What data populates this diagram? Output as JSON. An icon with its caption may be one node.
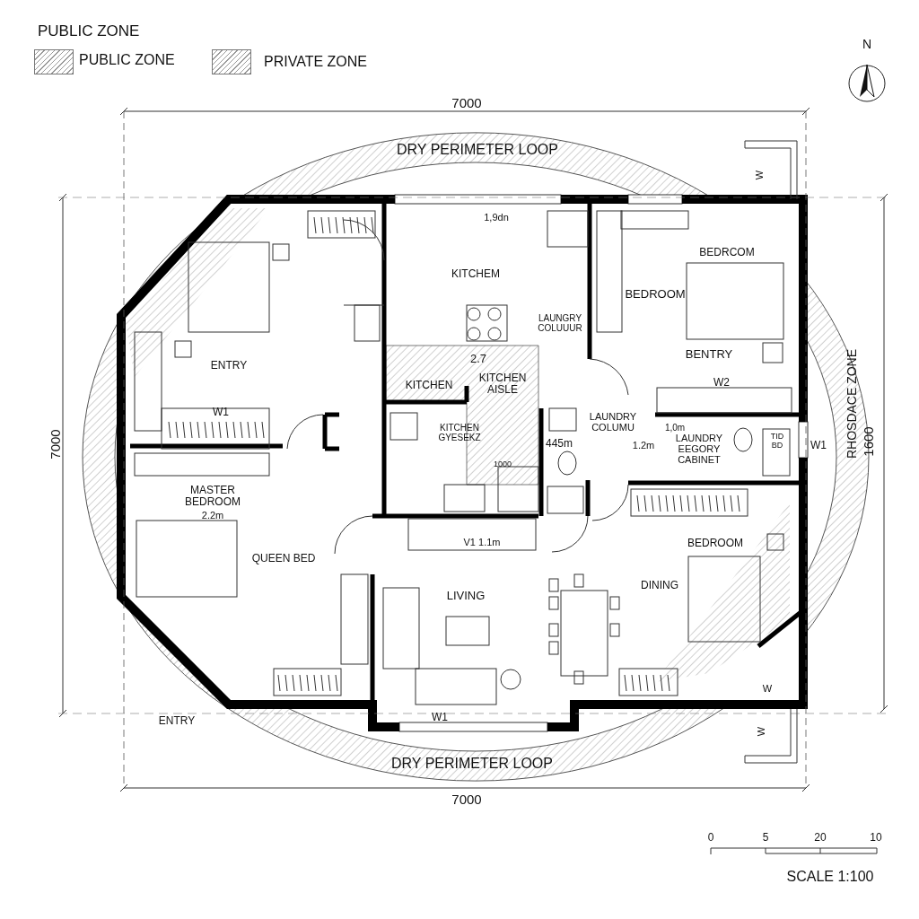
{
  "diagram": {
    "title": "PUBLIC ZONE",
    "labels": [
      "N",
      "7000",
      "DRY PERIMETER LOOP",
      "W",
      "1,9dn",
      "KITCHEM",
      "BEDRCOM",
      "BEDROOM",
      "ENTRY",
      "LAUNGRY COLUUUR",
      "BENTRY",
      "2.7",
      "KITCHEN",
      "KITCHEN AISLE",
      "W2",
      "W1",
      "LAUNDRY COLUMU",
      "1,0m",
      "KITCHEN GYESEKZ",
      "445m",
      "1.2m",
      "LAUNDRY EEGORY CABINET",
      "TID BD",
      "W1",
      "7000",
      "RHOSDACE ZONE",
      "1600",
      "MASTER BEDROOM",
      "2.2m",
      "QUEEN BED",
      "1000",
      "V1 1.1m",
      "BEDROOM",
      "LIVING",
      "DINING",
      "W",
      "ENTRY",
      "W1",
      "W",
      "DRY PERIMETER LOOP",
      "7000",
      "0",
      "5",
      "20",
      "10",
      "SCALE 1:100"
    ],
    "legend": [
      {
        "text": "PUBLIC ZONE"
      },
      {
        "text": "PRIVATE ZONE"
      }
    ]
  }
}
